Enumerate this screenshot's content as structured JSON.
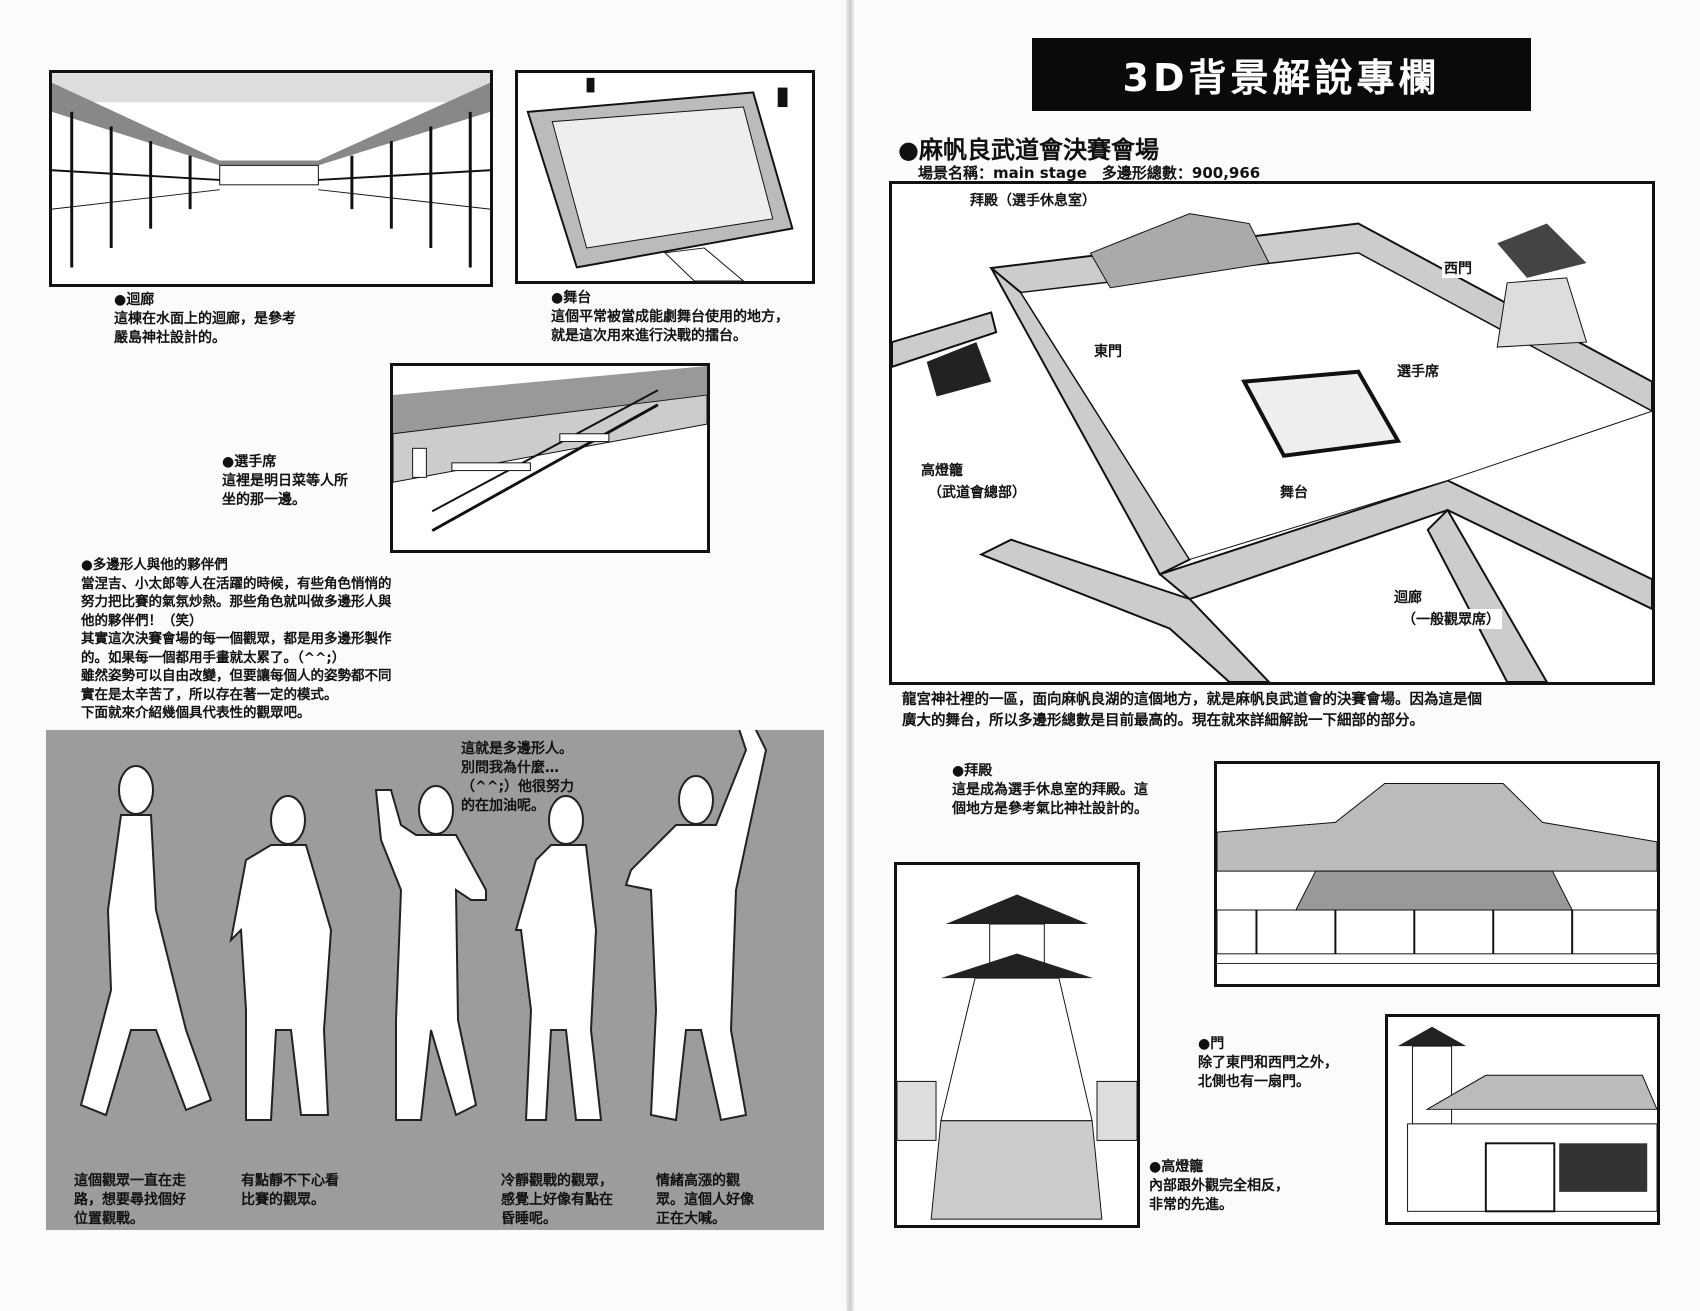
{
  "right_page": {
    "title": "3D背景解說專欄",
    "heading": "●麻帆良武道會決賽會場",
    "scene_info": "場景名稱：main stage　多邊形總數：900,966",
    "map_labels": {
      "haiden": "拜殿（選手休息室）",
      "west_gate": "西門",
      "east_gate": "東門",
      "player_seats": "選手席",
      "lantern_tower": "高燈籠",
      "lantern_tower_sub": "（武道會總部）",
      "stage": "舞台",
      "corridor": "迴廊",
      "corridor_sub": "（一般觀眾席）"
    },
    "description": [
      "龍宮神社裡的一區，面向麻帆良湖的這個地方，就是麻帆良武道會的決賽會場。因為這是個",
      "廣大的舞台，所以多邊形總數是目前最高的。現在就來詳細解說一下細部的部分。"
    ],
    "notes": {
      "haiden": {
        "title": "●拜殿",
        "lines": [
          "這是成為選手休息室的拜殿。這",
          "個地方是參考氣比神社設計的。"
        ]
      },
      "gate": {
        "title": "●門",
        "lines": [
          "除了東門和西門之外，",
          "北側也有一扇門。"
        ]
      },
      "lantern": {
        "title": "●高燈籠",
        "lines": [
          "內部跟外觀完全相反，",
          "非常的先進。"
        ]
      }
    }
  },
  "left_page": {
    "corridor": {
      "title": "●迴廊",
      "lines": [
        "這棟在水面上的迴廊，是參考",
        "嚴島神社設計的。"
      ]
    },
    "stage": {
      "title": "●舞台",
      "lines": [
        "這個平常被當成能劇舞台使用的地方，",
        "就是這次用來進行決戰的擂台。"
      ]
    },
    "seats": {
      "title": "●選手席",
      "lines": [
        "這裡是明日菜等人所",
        "坐的那一邊。"
      ]
    },
    "polygon_people": {
      "title": "●多邊形人與他的夥伴們",
      "lines": [
        "當涅吉、小太郎等人在活躍的時候，有些角色悄悄的",
        "努力把比賽的氣氛炒熱。那些角色就叫做多邊形人與",
        "他的夥伴們！（笑）",
        "其實這次決賽會場的每一個觀眾，都是用多邊形製作",
        "的。如果每一個都用手畫就太累了。（^^;）",
        "雖然姿勢可以自由改變，但要讓每個人的姿勢都不同",
        "實在是太辛苦了，所以存在著一定的模式。",
        "下面就來介紹幾個具代表性的觀眾吧。"
      ]
    },
    "speech": [
      "這就是多邊形人。",
      "別問我為什麼…",
      "（^^;）他很努力",
      "的在加油呢。"
    ],
    "captions": [
      [
        "這個觀眾一直在走",
        "路，想要尋找個好",
        "位置觀戰。"
      ],
      [
        "有點靜不下心看",
        "比賽的觀眾。"
      ],
      [
        "冷靜觀戰的觀眾，",
        "感覺上好像有點在",
        "昏睡呢。"
      ],
      [
        "情緒高漲的觀",
        "眾。這個人好像",
        "正在大喊。"
      ]
    ]
  }
}
